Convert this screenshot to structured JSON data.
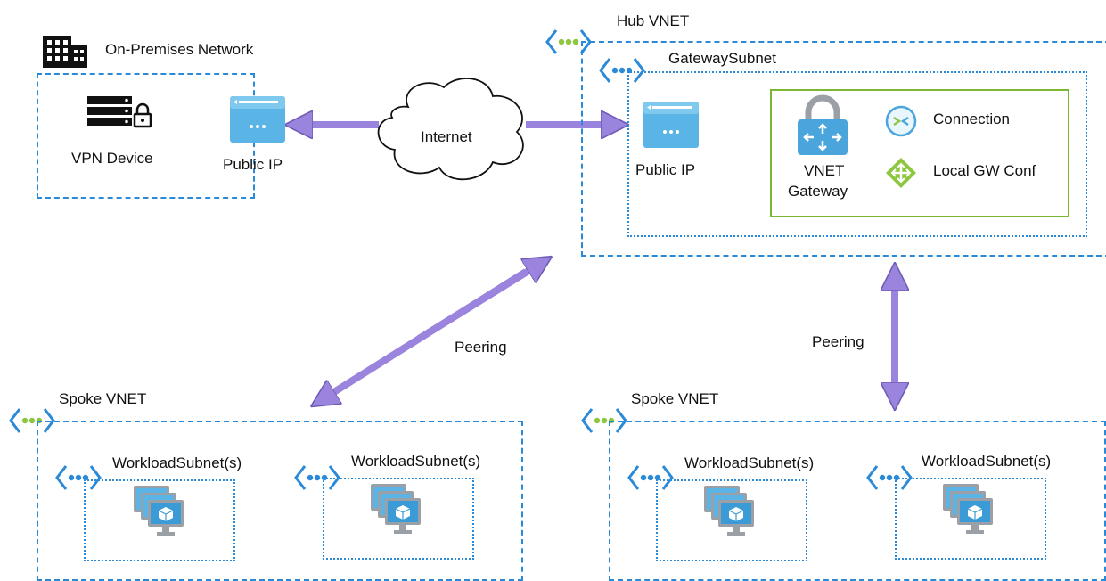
{
  "onprem": {
    "title": "On-Premises Network",
    "vpn_device_label": "VPN Device",
    "public_ip_label": "Public IP"
  },
  "internet": {
    "label": "Internet"
  },
  "hub": {
    "title": "Hub VNET",
    "gateway_subnet": "GatewaySubnet",
    "public_ip_label": "Public IP",
    "vnet_gateway_line1": "VNET",
    "vnet_gateway_line2": "Gateway",
    "connection_label": "Connection",
    "local_gw_label": "Local GW Conf"
  },
  "peering_left": "Peering",
  "peering_right": "Peering",
  "spoke_left": {
    "title": "Spoke VNET",
    "subnet_a": "WorkloadSubnet(s)",
    "subnet_b": "WorkloadSubnet(s)"
  },
  "spoke_right": {
    "title": "Spoke VNET",
    "subnet_a": "WorkloadSubnet(s)",
    "subnet_b": "WorkloadSubnet(s)"
  },
  "colors": {
    "vnet_border": "#2b8ad8",
    "arrow": "#9b84dd",
    "gateway_box": "#7ab833",
    "vnet_icon_green": "#8dc63f"
  }
}
